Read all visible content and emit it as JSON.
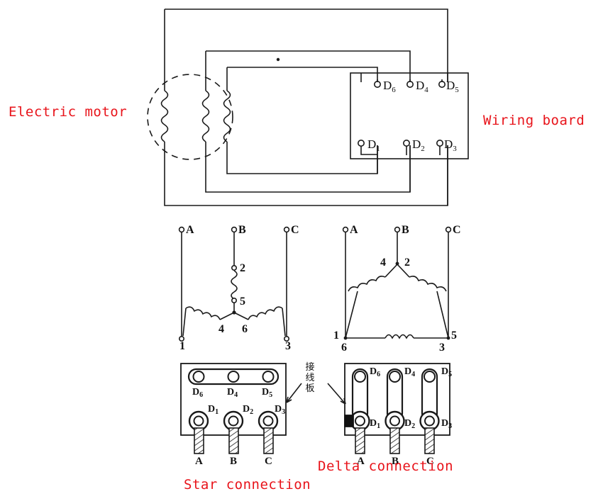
{
  "figure": {
    "title_labels": {
      "electric_motor": "Electric motor",
      "wiring_board": "Wiring board",
      "star_connection": "Star connection",
      "delta_connection": "Delta connection",
      "terminal_board_cn": "接线板"
    },
    "accent_color": "#e8131a",
    "line_color": "#1a1a1a"
  },
  "top_diagram": {
    "name": "motor-to-wiring-board-schematic",
    "motor": {
      "label": "Electric motor",
      "winding_count": 3
    },
    "wiring_board": {
      "label": "Wiring board",
      "top_terminals": [
        {
          "id": "D6",
          "base": "D",
          "sub": "6"
        },
        {
          "id": "D4",
          "base": "D",
          "sub": "4"
        },
        {
          "id": "D5",
          "base": "D",
          "sub": "5"
        }
      ],
      "bottom_terminals": [
        {
          "id": "D1",
          "base": "D",
          "sub": "1"
        },
        {
          "id": "D2",
          "base": "D",
          "sub": "2"
        },
        {
          "id": "D3",
          "base": "D",
          "sub": "3"
        }
      ]
    }
  },
  "star_schematic": {
    "name": "star-winding-schematic",
    "caption": "Star connection",
    "line_terminals": [
      "A",
      "B",
      "C"
    ],
    "winding_ends": [
      "1",
      "2",
      "3",
      "4",
      "5",
      "6"
    ],
    "neutral_point_ends": [
      "5",
      "4",
      "6"
    ],
    "outer_ends": [
      "1",
      "2",
      "3"
    ]
  },
  "delta_schematic": {
    "name": "delta-winding-schematic",
    "caption": "Delta connection",
    "line_terminals": [
      "A",
      "B",
      "C"
    ],
    "vertex_top": [
      "4",
      "2"
    ],
    "vertex_left": [
      "1",
      "6"
    ],
    "vertex_right": [
      "5",
      "3"
    ]
  },
  "star_board": {
    "name": "star-terminal-board",
    "caption": "Star connection",
    "top_row": [
      {
        "base": "D",
        "sub": "6"
      },
      {
        "base": "D",
        "sub": "4"
      },
      {
        "base": "D",
        "sub": "5"
      }
    ],
    "bottom_row": [
      {
        "base": "D",
        "sub": "1"
      },
      {
        "base": "D",
        "sub": "2"
      },
      {
        "base": "D",
        "sub": "3"
      }
    ],
    "leads": [
      "A",
      "B",
      "C"
    ],
    "link_style": "single horizontal bar across top row"
  },
  "delta_board": {
    "name": "delta-terminal-board",
    "caption": "Delta connection",
    "top_row": [
      {
        "base": "D",
        "sub": "6"
      },
      {
        "base": "D",
        "sub": "4"
      },
      {
        "base": "D",
        "sub": "5"
      }
    ],
    "bottom_row": [
      {
        "base": "D",
        "sub": "1"
      },
      {
        "base": "D",
        "sub": "2"
      },
      {
        "base": "D",
        "sub": "3"
      }
    ],
    "leads": [
      "A",
      "B",
      "C"
    ],
    "link_style": "three vertical bars joining top to bottom"
  },
  "annotation": {
    "terminal_board_note": "接线板"
  }
}
